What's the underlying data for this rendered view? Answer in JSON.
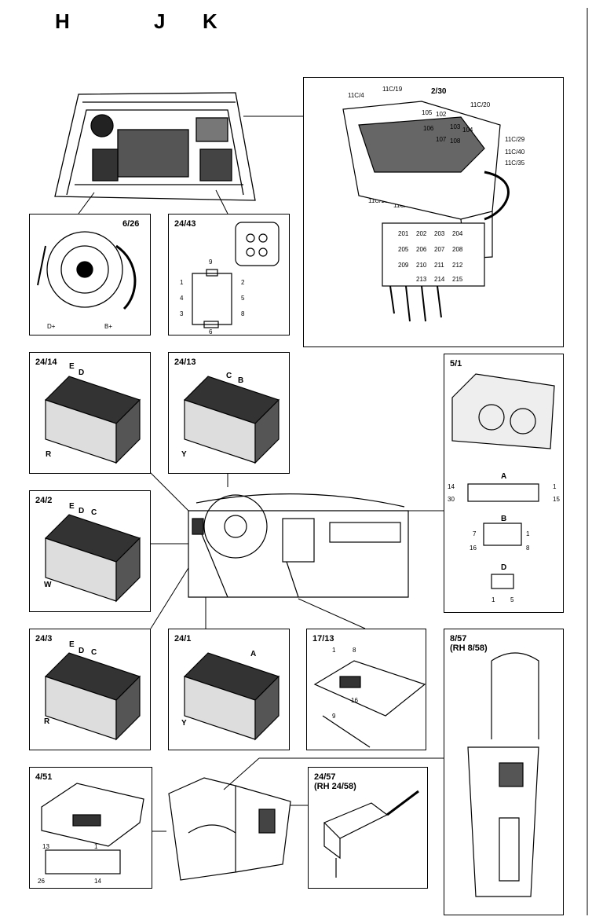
{
  "columns": [
    "H",
    "J",
    "K"
  ],
  "fuse_box": {
    "label": "2/30",
    "callouts": [
      "11C/4",
      "11C/19",
      "11C/20",
      "11C/29",
      "11C/40",
      "11C/35",
      "11C/18",
      "11C/37"
    ],
    "relays_top": [
      "105",
      "102",
      "103",
      "104",
      "108",
      "106",
      "107"
    ],
    "relays_bottom": [
      "201",
      "202",
      "203",
      "204",
      "205",
      "206",
      "207",
      "208",
      "209",
      "210",
      "211",
      "212",
      "213",
      "214",
      "215"
    ]
  },
  "panels": {
    "p626": {
      "label": "6/26",
      "pins": [
        "D+",
        "B+"
      ]
    },
    "p2443": {
      "label": "24/43",
      "pins": [
        "9",
        "1",
        "2",
        "4",
        "5",
        "3",
        "6",
        "8"
      ]
    },
    "p2414": {
      "label": "24/14",
      "letters": [
        "E",
        "D"
      ],
      "wire": "R"
    },
    "p2413": {
      "label": "24/13",
      "letters": [
        "C",
        "B"
      ],
      "wire": "Y"
    },
    "p51": {
      "label": "5/1",
      "a": "A",
      "a_pins": [
        "14",
        "1",
        "30",
        "15"
      ],
      "b": "B",
      "b_pins": [
        "7",
        "1",
        "16",
        "8"
      ],
      "d": "D",
      "d_pins": [
        "1",
        "5"
      ]
    },
    "p242": {
      "label": "24/2",
      "letters": [
        "E",
        "D",
        "C"
      ],
      "wire": "W"
    },
    "p243": {
      "label": "24/3",
      "letters": [
        "E",
        "D",
        "C"
      ],
      "wire": "R"
    },
    "p241": {
      "label": "24/1",
      "letters": [
        "A"
      ],
      "wire": "Y"
    },
    "p1713": {
      "label": "17/13",
      "pins": [
        "1",
        "8",
        "16",
        "9"
      ]
    },
    "p857": {
      "label": "8/57\n(RH 8/58)"
    },
    "p451": {
      "label": "4/51",
      "pins": [
        "13",
        "1",
        "26",
        "14"
      ]
    },
    "p2457": {
      "label": "24/57\n(RH 24/58)"
    }
  }
}
